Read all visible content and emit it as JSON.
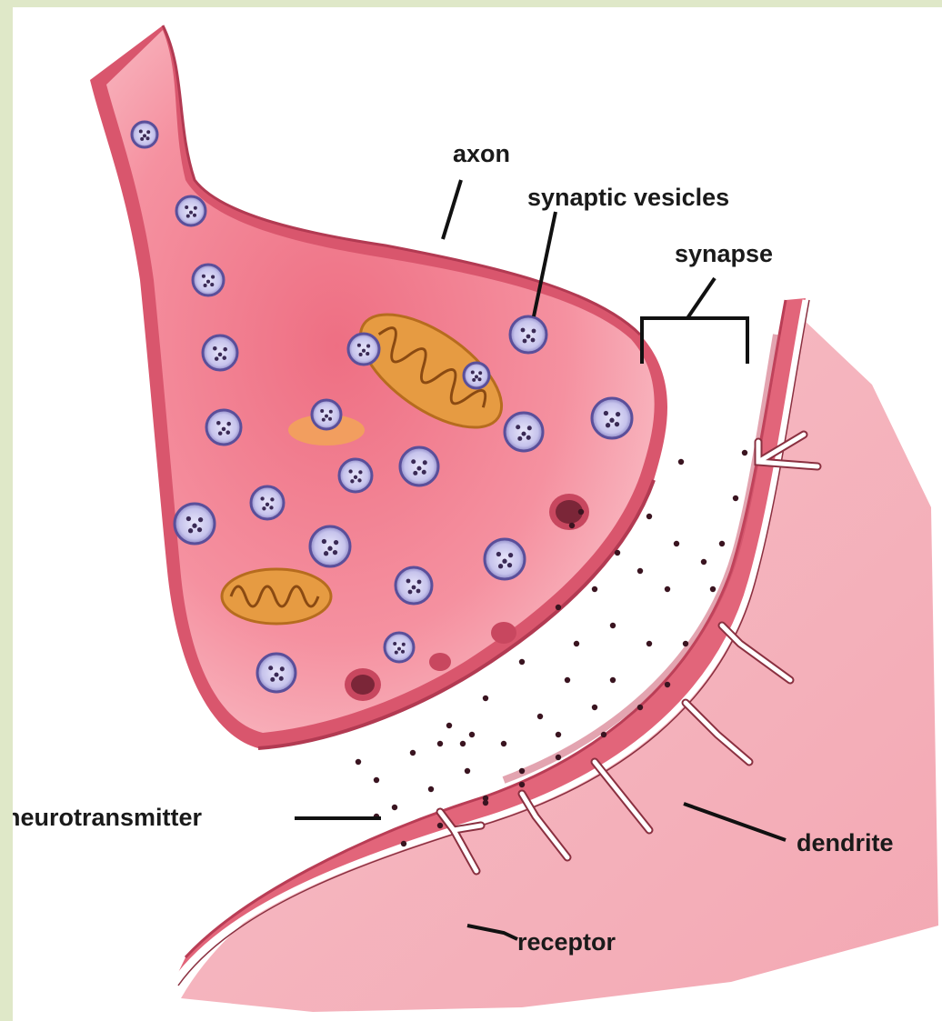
{
  "labels": {
    "axon": "axon",
    "synaptic_vesicles": "synaptic vesicles",
    "synapse": "synapse",
    "neurotransmitter": "neurotransmitter",
    "dendrite": "dendrite",
    "receptor": "receptor"
  },
  "colors": {
    "frame": "#dfe8c8",
    "membrane": "#e56c7c",
    "cytoplasm": "#f59aa5",
    "dendrite_body": "#f6b6bf",
    "vesicle": "#cfcdf0",
    "mitochondrion": "#e8a24a",
    "neurotransmitter": "#5a1a2a"
  }
}
